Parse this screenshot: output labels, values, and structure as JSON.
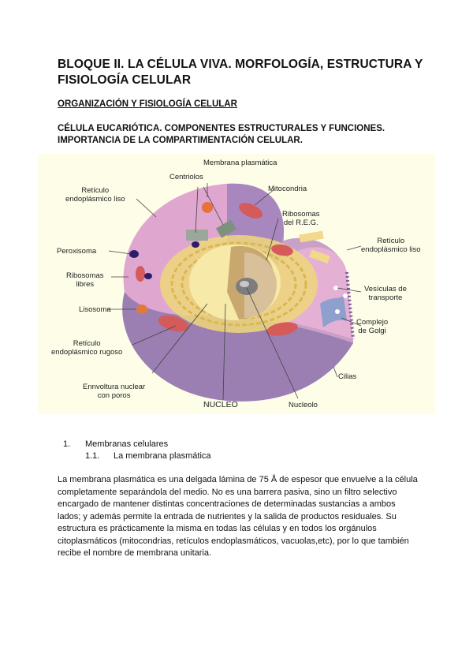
{
  "document": {
    "title": "BLOQUE II. LA CÉLULA VIVA. MORFOLOGÍA, ESTRUCTURA Y FISIOLOGÍA CELULAR",
    "subheading": "ORGANIZACIÓN Y FISIOLOGÍA CELULAR",
    "section_heading": "CÉLULA EUCARIÓTICA. COMPONENTES ESTRUCTURALES Y FUNCIONES. IMPORTANCIA DE LA COMPARTIMENTACIÓN CELULAR.",
    "figure": {
      "labels": {
        "membrana_plasmatica": "Membrana plasmática",
        "centriolos": "Centriolos",
        "mitocondria": "Mitocondria",
        "reticulo_liso_left_1": "Retículo",
        "reticulo_liso_left_2": "endoplásmico liso",
        "ribosomas_reg_1": "Ribosomas",
        "ribosomas_reg_2": "del R.E.G.",
        "reticulo_liso_right_1": "Retículo",
        "reticulo_liso_right_2": "endoplásmico liso",
        "peroxisoma": "Peroxisoma",
        "ribosomas_libres_1": "Ribosomas",
        "ribosomas_libres_2": "libres",
        "vesiculas_1": "Vesículas de",
        "vesiculas_2": "transporte",
        "lisosoma": "Lisosoma",
        "complejo_golgi_1": "Complejo",
        "complejo_golgi_2": "de Golgi",
        "reticulo_rugoso_1": "Retículo",
        "reticulo_rugoso_2": "endoplásmico rugoso",
        "cilias": "Cilias",
        "envoltura_1": "Ennvoltura nuclear",
        "envoltura_2": "con poros",
        "nucleo": "NUCLEO",
        "nucleolo": "Nucleolo"
      }
    },
    "list": [
      {
        "number": "1.",
        "text": "Membranas celulares"
      },
      {
        "number": "1.1.",
        "text": "La membrana plasmática"
      }
    ],
    "paragraph": "La membrana plasmática es una delgada lámina de 75 Å de espesor que envuelve a la célula completamente separándola del medio. No es una barrera pasiva, sino un filtro selectivo encargado de mantener distintas concentraciones de determinadas sustancias a ambos lados; y además permite la entrada de nutrientes y la salida de productos residuales. Su estructura es prácticamente la misma en todas las células y en todos los orgánulos citoplasmáticos (mitocondrias, retículos endoplasmáticos, vacuolas,etc), por lo que también recibe el nombre de membrana unitaria."
  }
}
